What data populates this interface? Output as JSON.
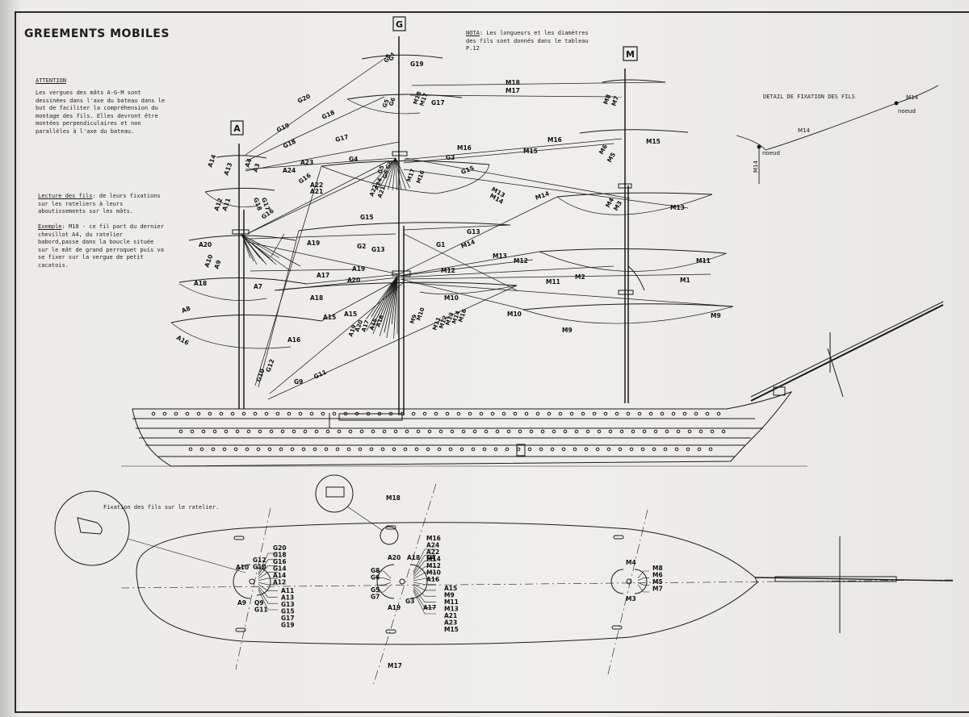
{
  "title": "GREEMENTS MOBILES",
  "attention": {
    "heading": "ATTENTION",
    "text": "Les vergues des mâts A-G-M sont dessinées dans l'axe du bateau dans le but de faciliter la compréhension du montage des fils. Elles devront être montées perpendiculaires et non parallèles à l'axe du bateau."
  },
  "lecture": {
    "heading": "Lecture des fils",
    "text": ": de leurs fixations sur les rateliers à leurs aboutissements sur les mâts."
  },
  "exemple": {
    "heading": "Exemple",
    "text": ": M18 - ce fil part du dernier chevillot A4, du ratelier babord,passe dans la boucle située sur le mât de grand perroquet puis va se fixer sur la vergue de petit cacatois."
  },
  "nota": {
    "heading": "NOTA",
    "text": ": Les longueurs et les diamètres des fils sont donnés dans le tableau P.12"
  },
  "detail": {
    "title": "DETAIL DE FIXATION DES FILS",
    "labels": {
      "m14_a": "M14",
      "m14_b": "M14",
      "m14_c": "M14",
      "noeud_a": "noeud",
      "noeud_b": "noeud"
    }
  },
  "fixation_caption": "Fixation des fils sur le ratelier.",
  "masts": {
    "fore": "A",
    "main": "G",
    "mizzen": "M"
  },
  "side_labels": {
    "g20": "G20",
    "g19": "G19",
    "g18": "G18",
    "g17": "G17",
    "g16": "G16",
    "g15": "G15",
    "g14": "G14",
    "g13": "G13",
    "g12": "G12",
    "g11": "G11",
    "g10": "G10",
    "g9": "G9",
    "g8": "G8",
    "g7": "G7",
    "g6": "G6",
    "g5": "G5",
    "g4": "G4",
    "g3": "G3",
    "g2": "G2",
    "g1": "G1",
    "m18": "M18",
    "m17": "M17",
    "m16": "M16",
    "m15": "M15",
    "m14": "M14",
    "m13": "M13",
    "m12": "M12",
    "m11": "M11",
    "m10": "M10",
    "m9": "M9",
    "m8": "M8",
    "m7": "M7",
    "m6": "M6",
    "m5": "M5",
    "m4": "M4",
    "m3": "M3",
    "m2": "M2",
    "m1": "M1",
    "a24": "A24",
    "a23": "A23",
    "a22": "A22",
    "a21": "A21",
    "a20": "A20",
    "a19": "A19",
    "a18": "A18",
    "a17": "A17",
    "a16": "A16",
    "a15": "A15",
    "a14": "A14",
    "a13": "A13",
    "a12": "A12",
    "a11": "A11",
    "a10": "A10",
    "a9": "A9",
    "a8": "A8",
    "a7": "A7",
    "a4": "A4",
    "a3": "A3"
  },
  "plan_labels": {
    "fore_left": [
      "G20",
      "G18",
      "G16",
      "G14",
      "A14",
      "A12"
    ],
    "fore_top": [
      "G12",
      "G10"
    ],
    "fore_a10": "A10",
    "fore_right": [
      "A11",
      "A13",
      "G13",
      "G15",
      "G17",
      "G19"
    ],
    "fore_bottom": [
      "Q9",
      "G11"
    ],
    "fore_a9": "A9",
    "main_top": [
      "A20",
      "A18",
      "G4"
    ],
    "main_left": [
      "G8",
      "G6"
    ],
    "main_left2": [
      "G5",
      "G7"
    ],
    "main_bottom": [
      "A19",
      "G3",
      "A17"
    ],
    "main_right": [
      "M16",
      "A24",
      "A22",
      "M14",
      "M12",
      "M10",
      "A16"
    ],
    "main_right2": [
      "A15",
      "M9",
      "M11",
      "M13",
      "A21",
      "A23",
      "M15"
    ],
    "m18": "M18",
    "m17": "M17",
    "miz_top": "M4",
    "miz_right": [
      "M8",
      "M6",
      "M5",
      "M7"
    ],
    "miz_bottom": "M3"
  }
}
